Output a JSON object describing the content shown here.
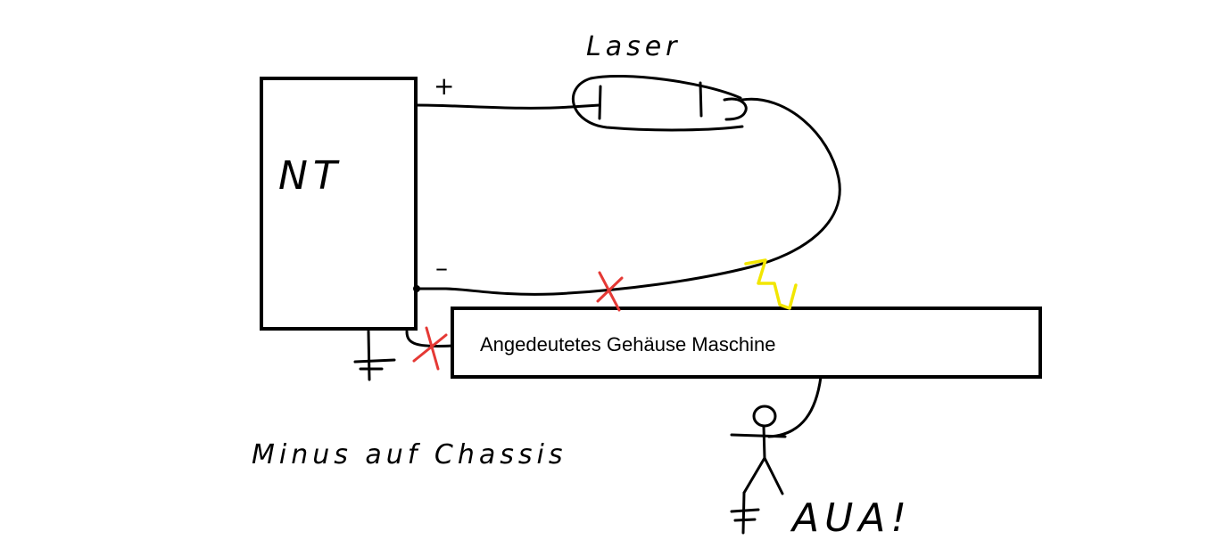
{
  "labels": {
    "power_supply": "NT",
    "laser": "Laser",
    "plus": "+",
    "minus": "–",
    "housing": "Angedeutetes Gehäuse Maschine",
    "caption": "Minus auf Chassis",
    "exclamation": "AUA!"
  },
  "colors": {
    "ink": "#000000",
    "cross": "#e53935",
    "lightning": "#f2e600",
    "background": "#ffffff"
  }
}
